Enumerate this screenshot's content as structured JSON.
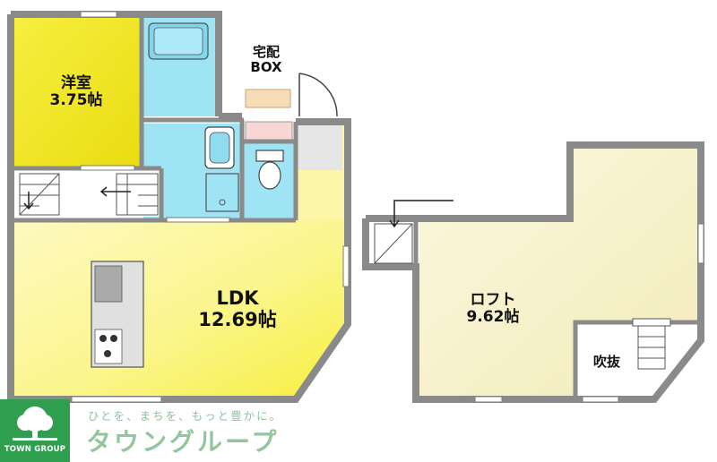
{
  "rooms": {
    "youshitsu": {
      "name": "洋室",
      "size": "3.75帖"
    },
    "ldk": {
      "name": "LDK",
      "size": "12.69帖"
    },
    "loft": {
      "name": "ロフト",
      "size": "9.62帖"
    },
    "fukinuke": {
      "name": "吹抜"
    },
    "delivery_box": {
      "line1": "宅配",
      "line2": "BOX"
    }
  },
  "watermark": {
    "logo": "TOWN GROUP",
    "slogan": "ひとを、まちを、もっと豊かに。",
    "brand": "タウングループ"
  },
  "colors": {
    "wall": "#8a8a8a",
    "ldk_floor": "#fbf69a",
    "youshitsu_floor": "#f3e81e",
    "wet_area": "#9fe4f4",
    "loft_floor": "#f7f1c8",
    "logo_green": "#2f9e4e"
  }
}
